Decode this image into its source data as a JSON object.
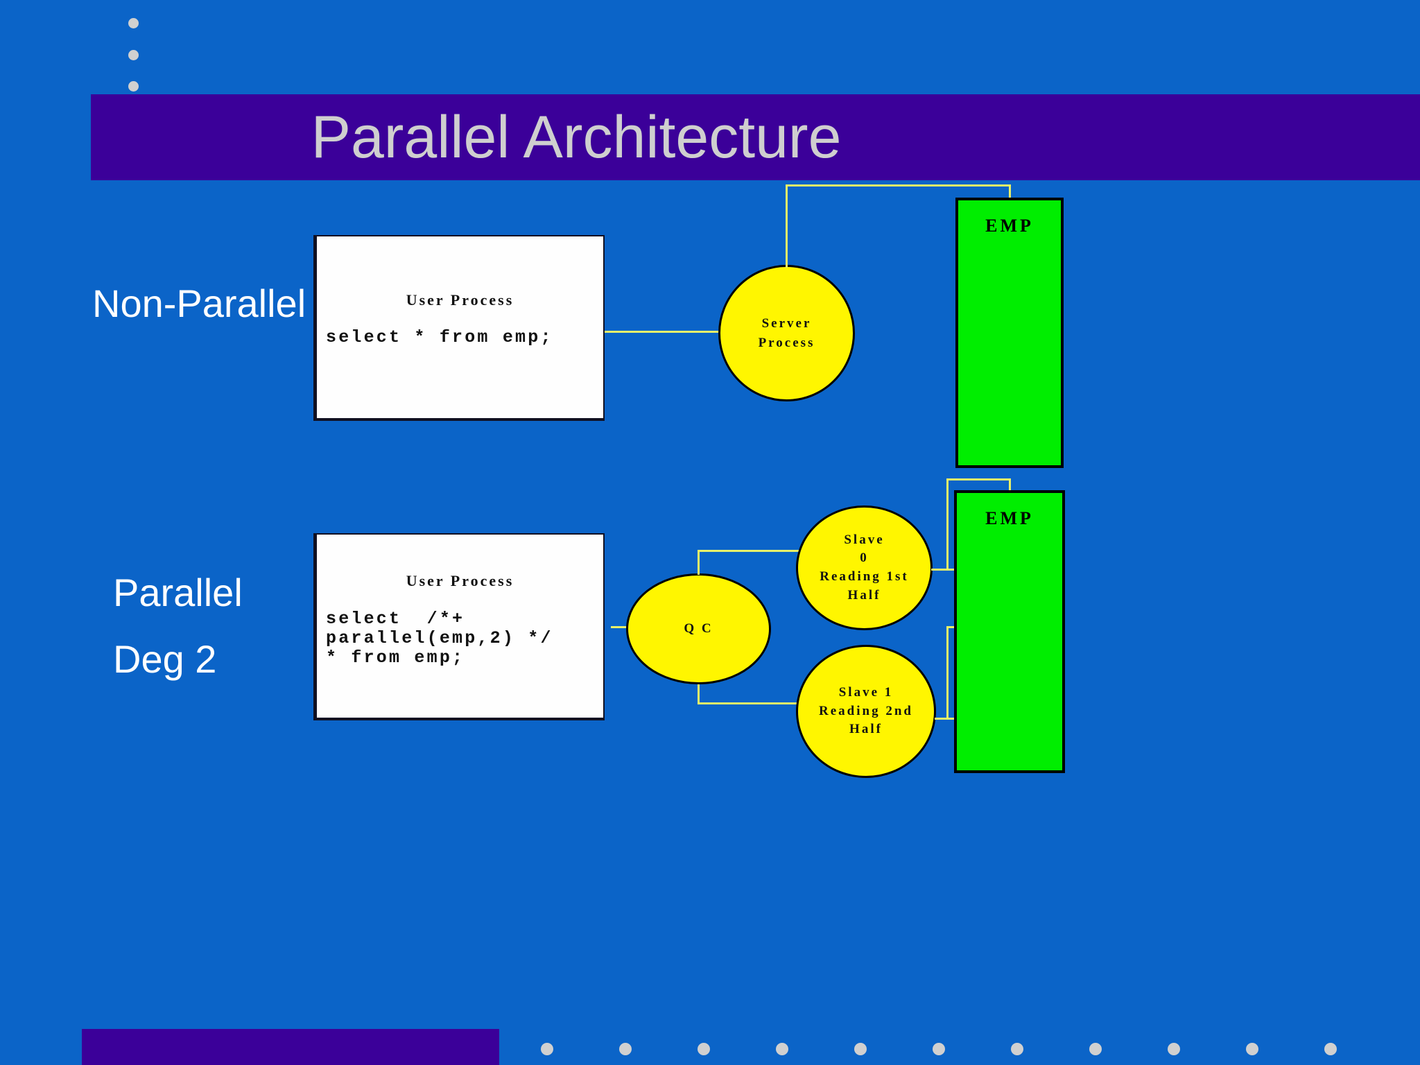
{
  "slide": {
    "title": "Parallel Architecture",
    "background_color": "#0B64C8",
    "band_color": "#3B0099",
    "title_color": "#CFCFCF"
  },
  "labels": {
    "non_parallel": "Non-Parallel",
    "parallel": "Parallel",
    "deg": "Deg 2"
  },
  "diagram": {
    "non_parallel": {
      "user_process": {
        "heading": "User Process",
        "sql": "select * from emp;"
      },
      "server_process": "Server\nProcess",
      "table": "EMP"
    },
    "parallel": {
      "user_process": {
        "heading": "User Process",
        "sql": "select  /*+\nparallel(emp,2) */\n* from emp;"
      },
      "qc": "Q C",
      "slave0": "Slave\n0\nReading 1st\nHalf",
      "slave1": "Slave 1\nReading 2nd\nHalf",
      "table": "EMP"
    }
  },
  "colors": {
    "connector": "#E8F06A",
    "circle_fill": "#FFF600",
    "table_fill": "#00EE00",
    "box_fill": "#FEFEFE",
    "dot": "#D0D0D0"
  },
  "decoration": {
    "top_dots_y": [
      33,
      78,
      123
    ],
    "bottom_dots_x": [
      780,
      893,
      1006,
      1119,
      1232,
      1345,
      1458,
      1571,
      1684,
      1797,
      1910
    ]
  }
}
